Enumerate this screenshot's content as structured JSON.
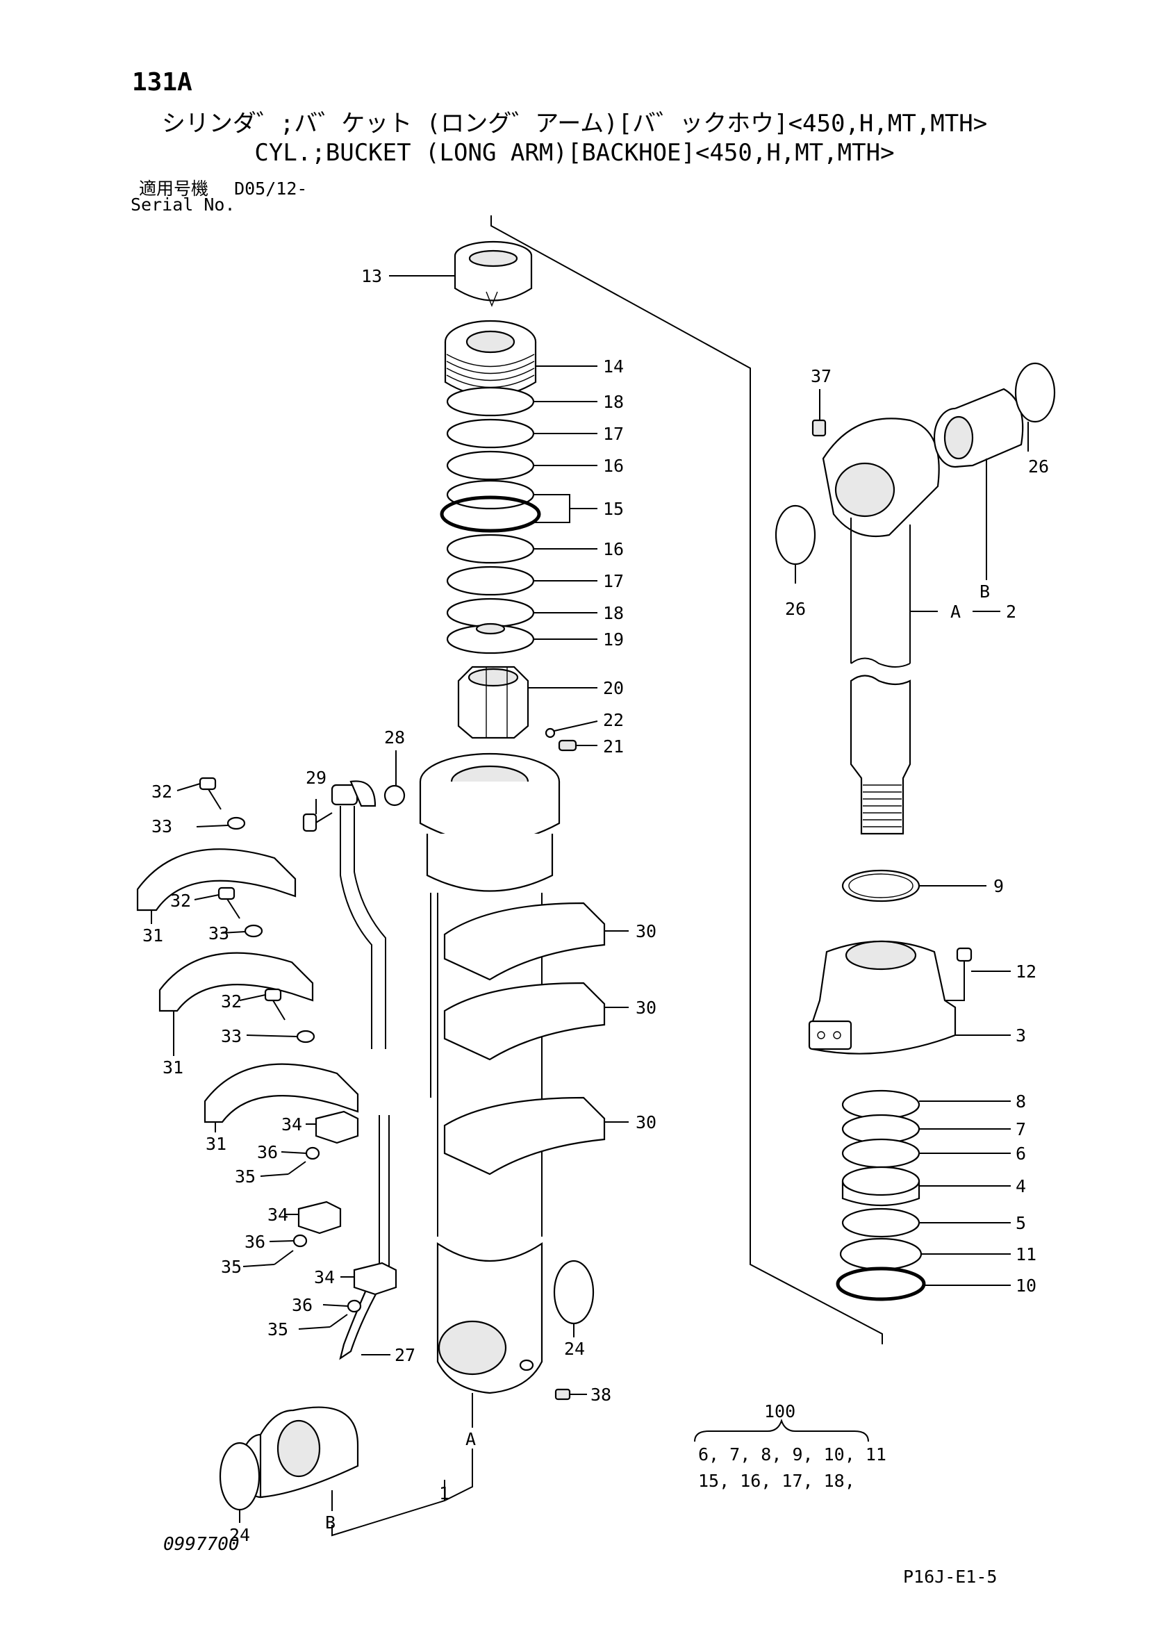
{
  "header": {
    "page_number": "131A",
    "title_jp": "シリンダ゛;バ゛ケット (ロング゛アーム)[バ゛ックホウ]<450,H,MT,MTH>",
    "title_en": "CYL.;BUCKET (LONG ARM)[BACKHOE]<450,H,MT,MTH>",
    "serial_label_jp": "適用号機",
    "serial_value": "D05/12-",
    "serial_label_en": "Serial No."
  },
  "footer": {
    "drawing_number": "0997700",
    "page_ref": "P16J-E1-5"
  },
  "callouts": [
    {
      "id": "13",
      "text": "13"
    },
    {
      "id": "14",
      "text": "14"
    },
    {
      "id": "18a",
      "text": "18"
    },
    {
      "id": "17a",
      "text": "17"
    },
    {
      "id": "16a",
      "text": "16"
    },
    {
      "id": "15",
      "text": "15"
    },
    {
      "id": "16b",
      "text": "16"
    },
    {
      "id": "17b",
      "text": "17"
    },
    {
      "id": "18b",
      "text": "18"
    },
    {
      "id": "19",
      "text": "19"
    },
    {
      "id": "20",
      "text": "20"
    },
    {
      "id": "22",
      "text": "22"
    },
    {
      "id": "21",
      "text": "21"
    },
    {
      "id": "28",
      "text": "28"
    },
    {
      "id": "29",
      "text": "29"
    },
    {
      "id": "32a",
      "text": "32"
    },
    {
      "id": "33a",
      "text": "33"
    },
    {
      "id": "31a",
      "text": "31"
    },
    {
      "id": "32b",
      "text": "32"
    },
    {
      "id": "33b",
      "text": "33"
    },
    {
      "id": "31b",
      "text": "31"
    },
    {
      "id": "32c",
      "text": "32"
    },
    {
      "id": "33c",
      "text": "33"
    },
    {
      "id": "31c",
      "text": "31"
    },
    {
      "id": "30a",
      "text": "30"
    },
    {
      "id": "30b",
      "text": "30"
    },
    {
      "id": "30c",
      "text": "30"
    },
    {
      "id": "34a",
      "text": "34"
    },
    {
      "id": "36a",
      "text": "36"
    },
    {
      "id": "35a",
      "text": "35"
    },
    {
      "id": "34b",
      "text": "34"
    },
    {
      "id": "36b",
      "text": "36"
    },
    {
      "id": "35b",
      "text": "35"
    },
    {
      "id": "34c",
      "text": "34"
    },
    {
      "id": "36c",
      "text": "36"
    },
    {
      "id": "35c",
      "text": "35"
    },
    {
      "id": "27",
      "text": "27"
    },
    {
      "id": "24a",
      "text": "24"
    },
    {
      "id": "38",
      "text": "38"
    },
    {
      "id": "A1",
      "text": "A"
    },
    {
      "id": "24b",
      "text": "24"
    },
    {
      "id": "B1",
      "text": "B"
    },
    {
      "id": "1",
      "text": "1"
    },
    {
      "id": "37",
      "text": "37"
    },
    {
      "id": "26a",
      "text": "26"
    },
    {
      "id": "26b",
      "text": "26"
    },
    {
      "id": "B2",
      "text": "B"
    },
    {
      "id": "A2",
      "text": "A"
    },
    {
      "id": "2",
      "text": "2"
    },
    {
      "id": "9",
      "text": "9"
    },
    {
      "id": "12",
      "text": "12"
    },
    {
      "id": "3",
      "text": "3"
    },
    {
      "id": "8",
      "text": "8"
    },
    {
      "id": "7",
      "text": "7"
    },
    {
      "id": "6",
      "text": "6"
    },
    {
      "id": "4",
      "text": "4"
    },
    {
      "id": "5",
      "text": "5"
    },
    {
      "id": "11",
      "text": "11"
    },
    {
      "id": "10",
      "text": "10"
    }
  ],
  "kit": {
    "number": "100",
    "line1": "6, 7, 8, 9, 10, 11",
    "line2": "15, 16, 17, 18,"
  }
}
